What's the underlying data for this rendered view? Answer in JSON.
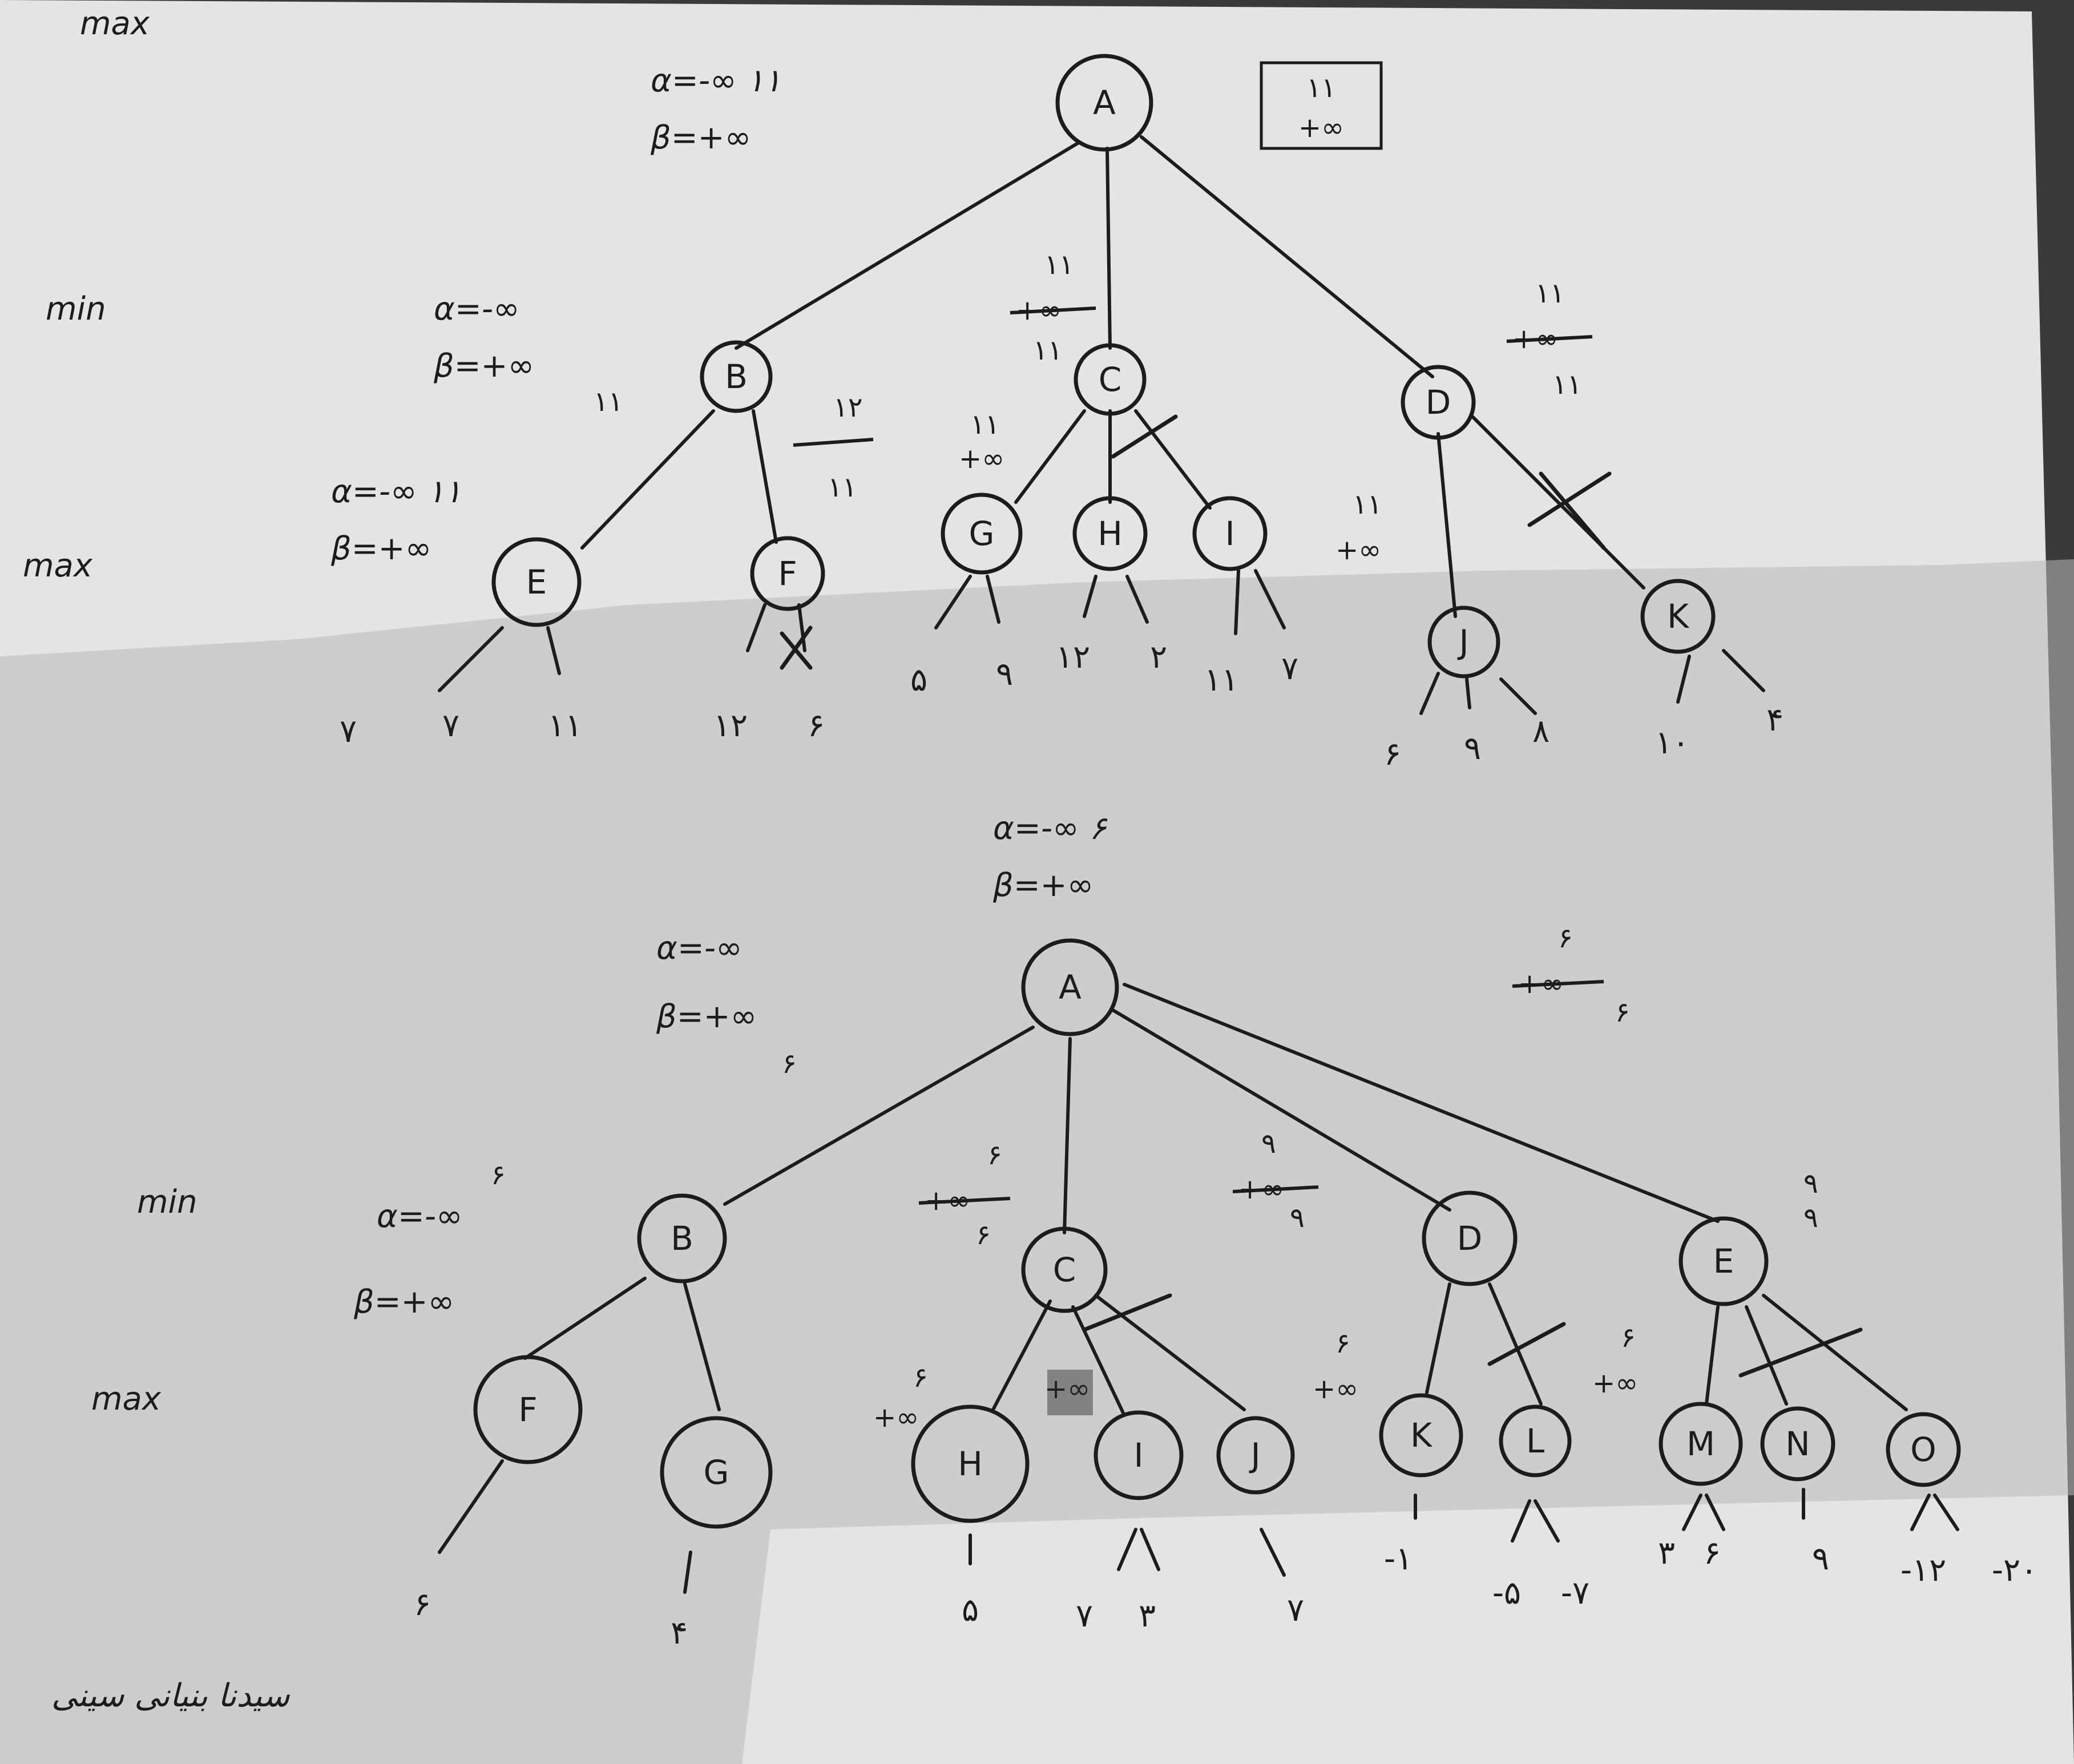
{
  "level_labels": {
    "tree1": [
      "max",
      "min",
      "max"
    ],
    "tree2": [
      "min",
      "max"
    ]
  },
  "tree1": {
    "nodes": [
      "A",
      "B",
      "C",
      "D",
      "E",
      "F",
      "G",
      "H",
      "I",
      "J",
      "K"
    ],
    "root_alpha": "α=-∞ ۱۱",
    "root_beta": "β=+∞",
    "box_top": "۱۱",
    "box_bottom": "+∞",
    "b_alpha": "α=-∞",
    "b_beta": "β=+∞",
    "b_beta_new": "۱۱",
    "e_alpha": "α=-∞ ۱۱",
    "e_beta": "β=+∞",
    "c_top": "۱۱",
    "c_mid": "+∞",
    "c_bot": "۱۱",
    "d_top": "۱۱",
    "d_mid": "+∞",
    "d_bot": "۱۱",
    "f_top": "۱۲",
    "f_bot": "۱۱",
    "g_top": "۱۱",
    "g_mid": "+∞",
    "j_top": "۱۱",
    "j_mid": "+∞",
    "leaves": [
      "۷",
      "۷",
      "۱۱",
      "۱۲",
      "۶",
      "۵",
      "۹",
      "۱۲",
      "۲",
      "۱۱",
      "۷",
      "۶",
      "۹",
      "۸",
      "۱۰",
      "۴"
    ]
  },
  "tree2": {
    "nodes": [
      "A",
      "B",
      "C",
      "D",
      "E",
      "F",
      "G",
      "H",
      "I",
      "J",
      "K",
      "L",
      "M",
      "N",
      "O"
    ],
    "top_alpha": "α=-∞ ۶",
    "top_beta": "β=+∞",
    "root_alpha": "α=-∞",
    "root_beta": "β=+∞",
    "root_beta_new": "۶",
    "right_top": "۶",
    "right_mid": "+∞",
    "right_bot": "۶",
    "b_alpha": "α=-∞",
    "b_alpha_new": "۶",
    "b_beta": "β=+∞",
    "c_top": "۶",
    "c_mid": "+∞",
    "c_bot": "۶",
    "d_top": "۹",
    "d_mid": "+∞",
    "d_bot": "۹",
    "e_top": "۹",
    "e_bot": "۹",
    "h_top": "۶",
    "h_mid": "+∞",
    "i_mid": "+∞",
    "k_top": "۶",
    "k_mid": "+∞",
    "m_top": "۶",
    "m_mid": "+∞",
    "leaves": [
      "۶",
      "۴",
      "۵",
      "۷",
      "۳",
      "۷",
      "-۱",
      "-۵",
      "-۷",
      "۳",
      "۶",
      "۹",
      "-۱۲",
      "-۲۰"
    ]
  },
  "signature": "سیدنا بنیانی سینی"
}
